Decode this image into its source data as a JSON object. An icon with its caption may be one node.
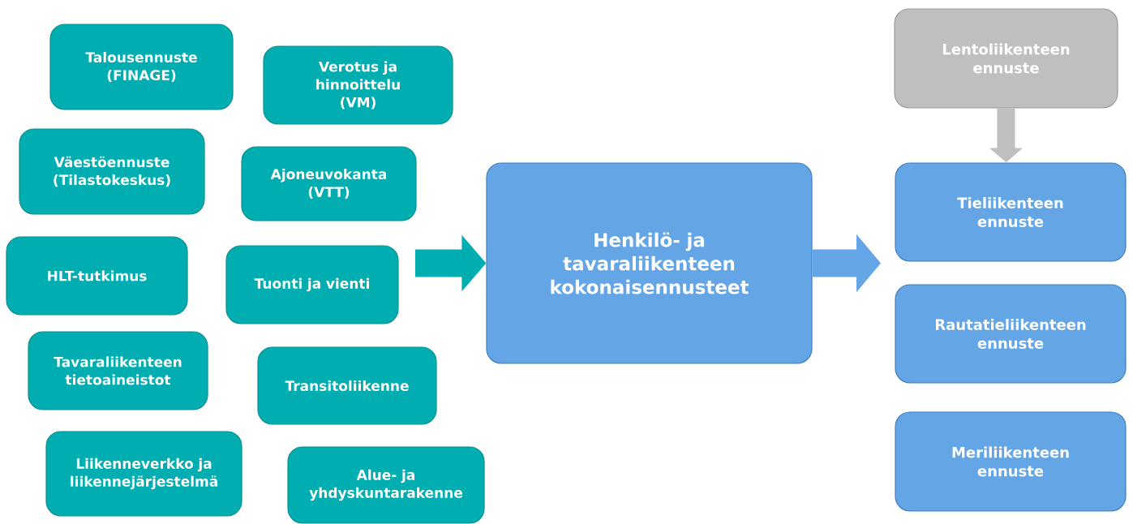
{
  "diagram": {
    "nodes": [
      {
        "text": [
          "Talousennuste (FINAGE)"
        ]
      },
      {
        "text": [
          "Verotus ja hinnoittelu (VM)"
        ]
      },
      {
        "text": [
          "Väestöennuste (Tilastokeskus)"
        ]
      },
      {
        "text": [
          "Ajoneuvokanta (VTT)"
        ]
      },
      {
        "text": [
          "HLT-tutkimus"
        ]
      },
      {
        "text": [
          "Tuonti ja vienti"
        ]
      },
      {
        "text": [
          "Tavaraliikenteen tietoaineistot"
        ]
      },
      {
        "text": [
          "Transitoliikenne"
        ]
      },
      {
        "text": [
          "Liikenneverkko ja liikennejärjestelmä"
        ]
      },
      {
        "text": [
          "Alue- ja yhdyskuntarakenne"
        ]
      },
      {
        "text": [
          "Henkilö- ja tavaraliikenteen kokonaisennusteet"
        ]
      },
      {
        "text": [
          "Lentoliikenteen ennuste"
        ]
      },
      {
        "text": [
          "Tieliikenteen ennuste"
        ]
      },
      {
        "text": [
          "Rautatieliikenteen ennuste"
        ]
      },
      {
        "text": [
          "Meriliikenteen ennuste"
        ]
      }
    ],
    "edges": [
      {
        "from": null,
        "to": 10,
        "arrow": "to",
        "color": "#00adb0"
      },
      {
        "from": 10,
        "to": null,
        "arrow": "to",
        "color": "#64a5e6"
      },
      {
        "from": 11,
        "to": 12,
        "arrow": "to",
        "color": "#bfbfbf"
      }
    ]
  }
}
